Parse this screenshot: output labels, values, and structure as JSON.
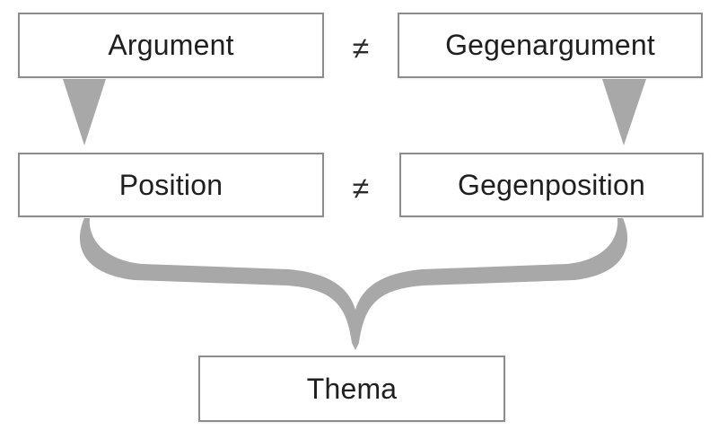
{
  "diagram": {
    "nodes": {
      "argument": "Argument",
      "gegenargument": "Gegenargument",
      "position": "Position",
      "gegenposition": "Gegenposition",
      "thema": "Thema"
    },
    "relations": {
      "top": "≠",
      "bottom": "≠"
    },
    "colors": {
      "connector": "#a8a8a8",
      "border": "#8c8c8c",
      "text": "#1f1f1f"
    }
  }
}
